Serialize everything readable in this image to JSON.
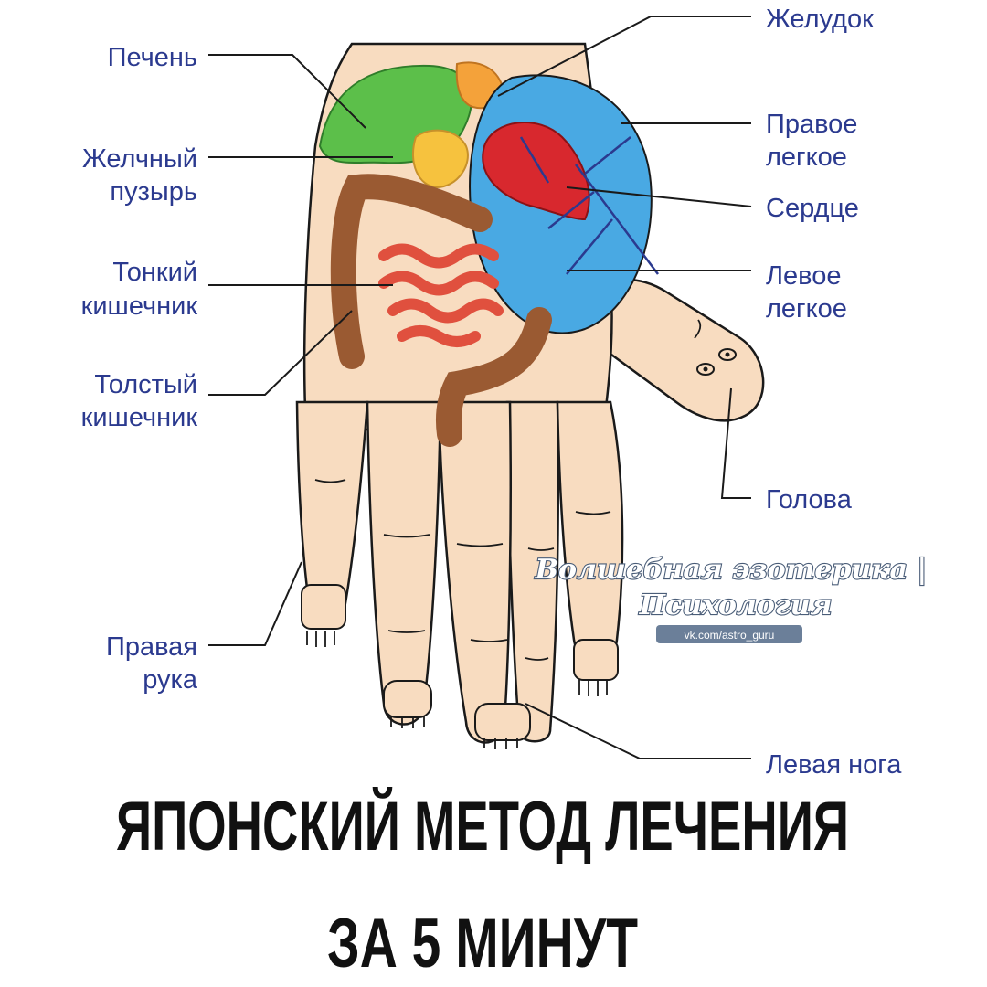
{
  "labels": {
    "liver": "Печень",
    "gallbladder_1": "Желчный",
    "gallbladder_2": "пузырь",
    "small_intestine_1": "Тонкий",
    "small_intestine_2": "кишечник",
    "large_intestine_1": "Толстый",
    "large_intestine_2": "кишечник",
    "right_arm_1": "Правая",
    "right_arm_2": "рука",
    "stomach": "Желудок",
    "right_lung_1": "Правое",
    "right_lung_2": "легкое",
    "heart": "Сердце",
    "left_lung_1": "Левое",
    "left_lung_2": "легкое",
    "head": "Голова",
    "left_leg": "Левая нога"
  },
  "watermark": {
    "line1": "Волшебная эзотерика |",
    "line2": "Психология",
    "url": "vk.com/astro_guru"
  },
  "title": {
    "line1": "ЯПОНСКИЙ МЕТОД ЛЕЧЕНИЯ",
    "line2": "ЗА 5 МИНУТ"
  },
  "colors": {
    "label_text": "#2b3a8f",
    "skin": "#f8dcc0",
    "liver": "#5cbf4a",
    "gallbladder": "#f6c23e",
    "stomach": "#f4a23a",
    "lungs": "#49a9e3",
    "heart": "#d8282e",
    "intestine_large": "#9a5a32",
    "intestine_small": "#e0503e"
  }
}
